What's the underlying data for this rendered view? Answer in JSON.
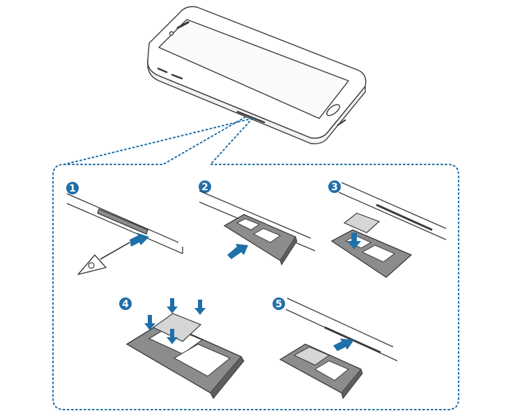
{
  "colors": {
    "line": "#3a3a3a",
    "accent": "#1f6fa8",
    "tray": "#8c8c8c",
    "tray_dark": "#5e5e5e",
    "sim": "#d6d6d6",
    "dots": "#1f6fa8"
  },
  "steps": [
    {
      "number": "1"
    },
    {
      "number": "2"
    },
    {
      "number": "3"
    },
    {
      "number": "4"
    },
    {
      "number": "5"
    }
  ]
}
